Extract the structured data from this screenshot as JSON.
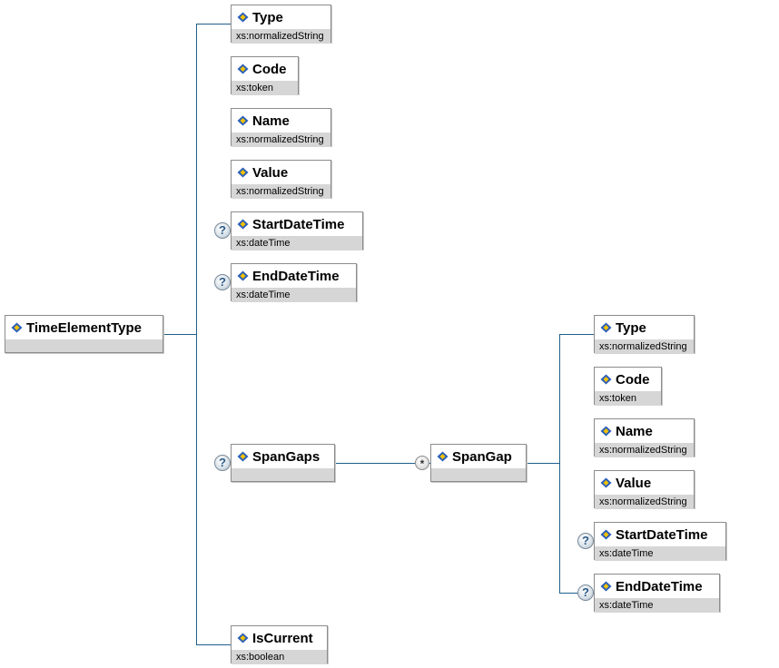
{
  "root": {
    "name": "TimeElementType"
  },
  "children": [
    {
      "name": "Type",
      "type": "xs:normalizedString"
    },
    {
      "name": "Code",
      "type": "xs:token"
    },
    {
      "name": "Name",
      "type": "xs:normalizedString"
    },
    {
      "name": "Value",
      "type": "xs:normalizedString"
    },
    {
      "name": "StartDateTime",
      "type": "xs:dateTime",
      "optional": "?"
    },
    {
      "name": "EndDateTime",
      "type": "xs:dateTime",
      "optional": "?"
    },
    {
      "name": "SpanGaps",
      "type": "",
      "optional": "?"
    },
    {
      "name": "IsCurrent",
      "type": "xs:boolean"
    }
  ],
  "spangap": {
    "name": "SpanGap",
    "multiplicity": "*"
  },
  "spangap_children": [
    {
      "name": "Type",
      "type": "xs:normalizedString"
    },
    {
      "name": "Code",
      "type": "xs:token"
    },
    {
      "name": "Name",
      "type": "xs:normalizedString"
    },
    {
      "name": "Value",
      "type": "xs:normalizedString"
    },
    {
      "name": "StartDateTime",
      "type": "xs:dateTime",
      "optional": "?"
    },
    {
      "name": "EndDateTime",
      "type": "xs:dateTime",
      "optional": "?"
    }
  ],
  "colors": {
    "connector": "#1f5f8b",
    "type_band": "#d6d6d6",
    "icon_blue": "#2b5fb8",
    "icon_yellow": "#f2c200"
  }
}
